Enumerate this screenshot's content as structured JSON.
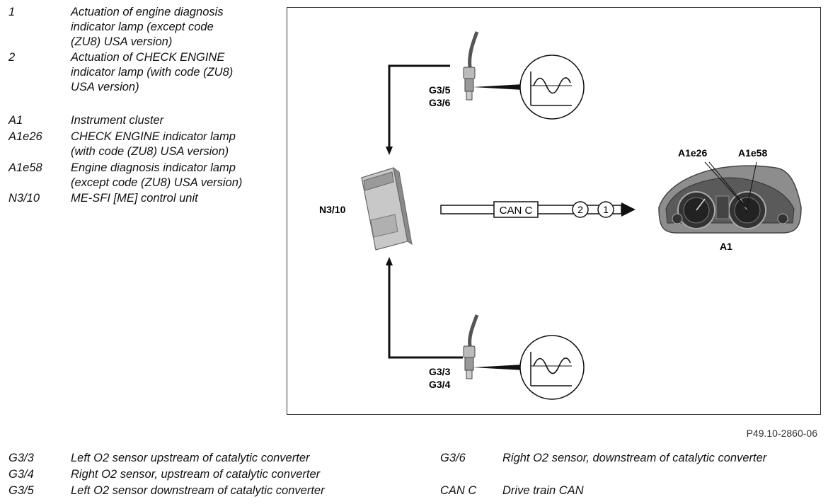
{
  "top_legend": [
    {
      "key": "1",
      "desc": "Actuation of engine diagnosis\nindicator lamp (except code\n(ZU8) USA version)"
    },
    {
      "key": "2",
      "desc": "Actuation of CHECK ENGINE\nindicator lamp (with code (ZU8)\nUSA version)"
    },
    {
      "key": "A1",
      "desc": "Instrument cluster"
    },
    {
      "key": "A1e26",
      "desc": "CHECK ENGINE indicator lamp\n(with code (ZU8) USA version)"
    },
    {
      "key": "A1e58",
      "desc": "Engine diagnosis indicator lamp\n(except code (ZU8) USA version)"
    },
    {
      "key": "N3/10",
      "desc": "ME-SFI [ME] control unit"
    }
  ],
  "bottom_legend_left": [
    {
      "key": "G3/3",
      "desc": "Left O2 sensor upstream of catalytic converter"
    },
    {
      "key": "G3/4",
      "desc": "Right O2 sensor, upstream of catalytic converter"
    },
    {
      "key": "G3/5",
      "desc": "Left O2 sensor downstream of catalytic converter"
    }
  ],
  "bottom_legend_right": [
    {
      "key": "G3/6",
      "desc": "Right O2 sensor, downstream of catalytic converter"
    },
    {
      "key": "CAN C",
      "desc": "Drive train CAN"
    }
  ],
  "diagram": {
    "sensor_top_labels": [
      "G3/5",
      "G3/6"
    ],
    "sensor_bottom_labels": [
      "G3/3",
      "G3/4"
    ],
    "control_unit_label": "N3/10",
    "can_label": "CAN C",
    "circle_2": "2",
    "circle_1": "1",
    "cluster_label_left": "A1e26",
    "cluster_label_right": "A1e58",
    "cluster_label": "A1"
  },
  "figure_ref": "P49.10-2860-06"
}
